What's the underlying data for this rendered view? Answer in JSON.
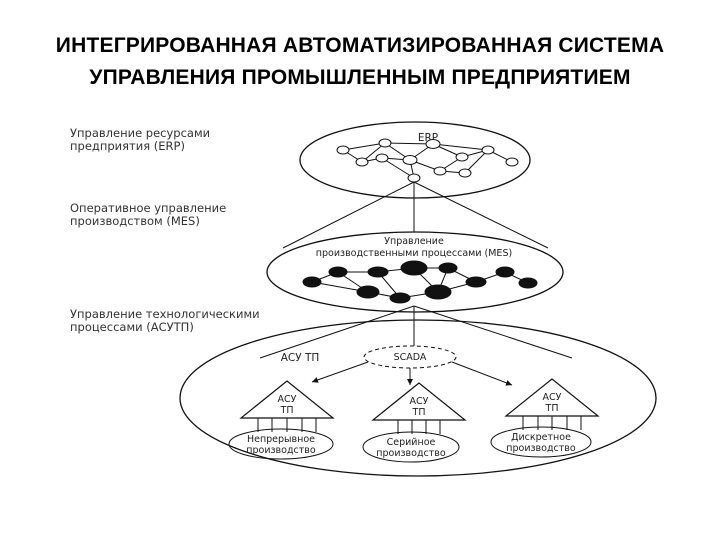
{
  "title": {
    "line1": "ИНТЕГРИРОВАННАЯ АВТОМАТИЗИРОВАННАЯ СИСТЕМА",
    "line2": "УПРАВЛЕНИЯ ПРОМЫШЛЕННЫМ ПРЕДПРИЯТИЕМ"
  },
  "levels": {
    "erp": {
      "line1": "Управление ресурсами",
      "line2": "предприятия (ERP)"
    },
    "mes": {
      "line1": "Оперативное управление",
      "line2": "производством (MES)"
    },
    "acs": {
      "line1": "Управление технологическими",
      "line2": "процессами (АСУТП)"
    }
  },
  "erp_ellipse": {
    "label": "ERP"
  },
  "mes_ellipse": {
    "line1": "Управление",
    "line2": "производственными процессами (MES)"
  },
  "acs_ellipse": {
    "label": "АСУ ТП",
    "scada": "SCADA",
    "units": [
      {
        "line1": "АСУ",
        "line2": "ТП",
        "prod_line1": "Непрерывное",
        "prod_line2": "производство"
      },
      {
        "line1": "АСУ",
        "line2": "ТП",
        "prod_line1": "Серийное",
        "prod_line2": "производство"
      },
      {
        "line1": "АСУ",
        "line2": "ТП",
        "prod_line1": "Дискретное",
        "prod_line2": "производство"
      }
    ]
  }
}
